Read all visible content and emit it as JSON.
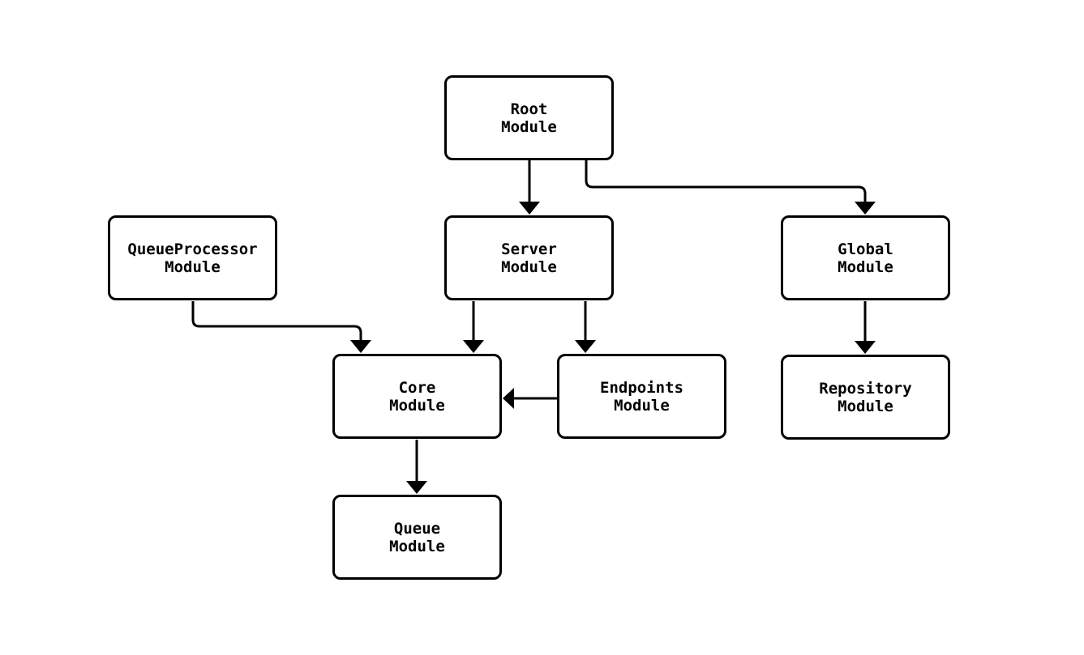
{
  "diagram": {
    "background_color": "#ffffff",
    "stroke_color": "#000000",
    "node_fill_color": "#ffffff",
    "nodes": {
      "root": {
        "label": "Root\nModule"
      },
      "queue_processor": {
        "label": "QueueProcessor\nModule"
      },
      "server": {
        "label": "Server\nModule"
      },
      "global": {
        "label": "Global\nModule"
      },
      "core": {
        "label": "Core\nModule"
      },
      "endpoints": {
        "label": "Endpoints\nModule"
      },
      "repository": {
        "label": "Repository\nModule"
      },
      "queue": {
        "label": "Queue\nModule"
      }
    },
    "edges": [
      {
        "from": "Root Module",
        "to": "Server Module"
      },
      {
        "from": "Root Module",
        "to": "Global Module"
      },
      {
        "from": "QueueProcessor Module",
        "to": "Core Module"
      },
      {
        "from": "Server Module",
        "to": "Core Module"
      },
      {
        "from": "Server Module",
        "to": "Endpoints Module"
      },
      {
        "from": "Endpoints Module",
        "to": "Core Module"
      },
      {
        "from": "Global Module",
        "to": "Repository Module"
      },
      {
        "from": "Core Module",
        "to": "Queue Module"
      }
    ]
  }
}
